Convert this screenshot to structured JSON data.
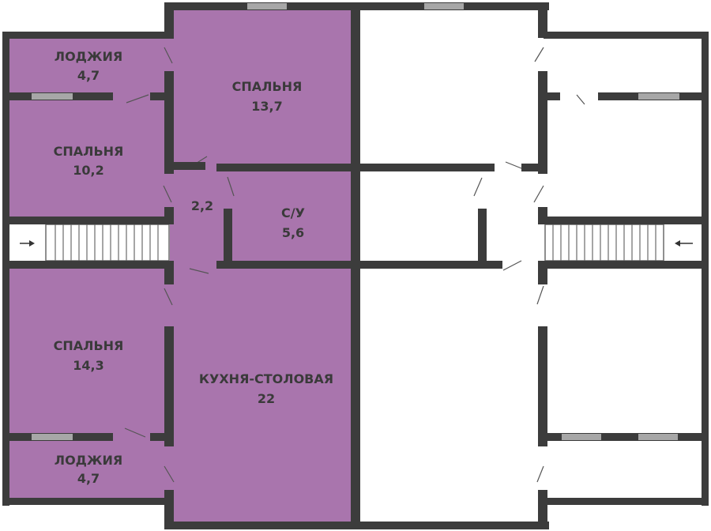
{
  "colors": {
    "apartment": "#a975ad",
    "wall": "#3c3c3c",
    "window": "#a7a7a7",
    "empty": "#ffffff",
    "stairs": "#6a6a6a",
    "door": "#555555"
  },
  "rooms": [
    {
      "id": "loggia-top",
      "name": "ЛОДЖИЯ",
      "area": "4,7"
    },
    {
      "id": "bedroom-large",
      "name": "СПАЛЬНЯ",
      "area": "13,7"
    },
    {
      "id": "bedroom-left",
      "name": "СПАЛЬНЯ",
      "area": "10,2"
    },
    {
      "id": "hall",
      "name": "",
      "area": "2,2"
    },
    {
      "id": "bathroom",
      "name": "С/У",
      "area": "5,6"
    },
    {
      "id": "bedroom-lower",
      "name": "СПАЛЬНЯ",
      "area": "14,3"
    },
    {
      "id": "kitchen",
      "name": "КУХНЯ-СТОЛОВАЯ",
      "area": "22"
    },
    {
      "id": "loggia-bottom",
      "name": "ЛОДЖИЯ",
      "area": "4,7"
    }
  ]
}
